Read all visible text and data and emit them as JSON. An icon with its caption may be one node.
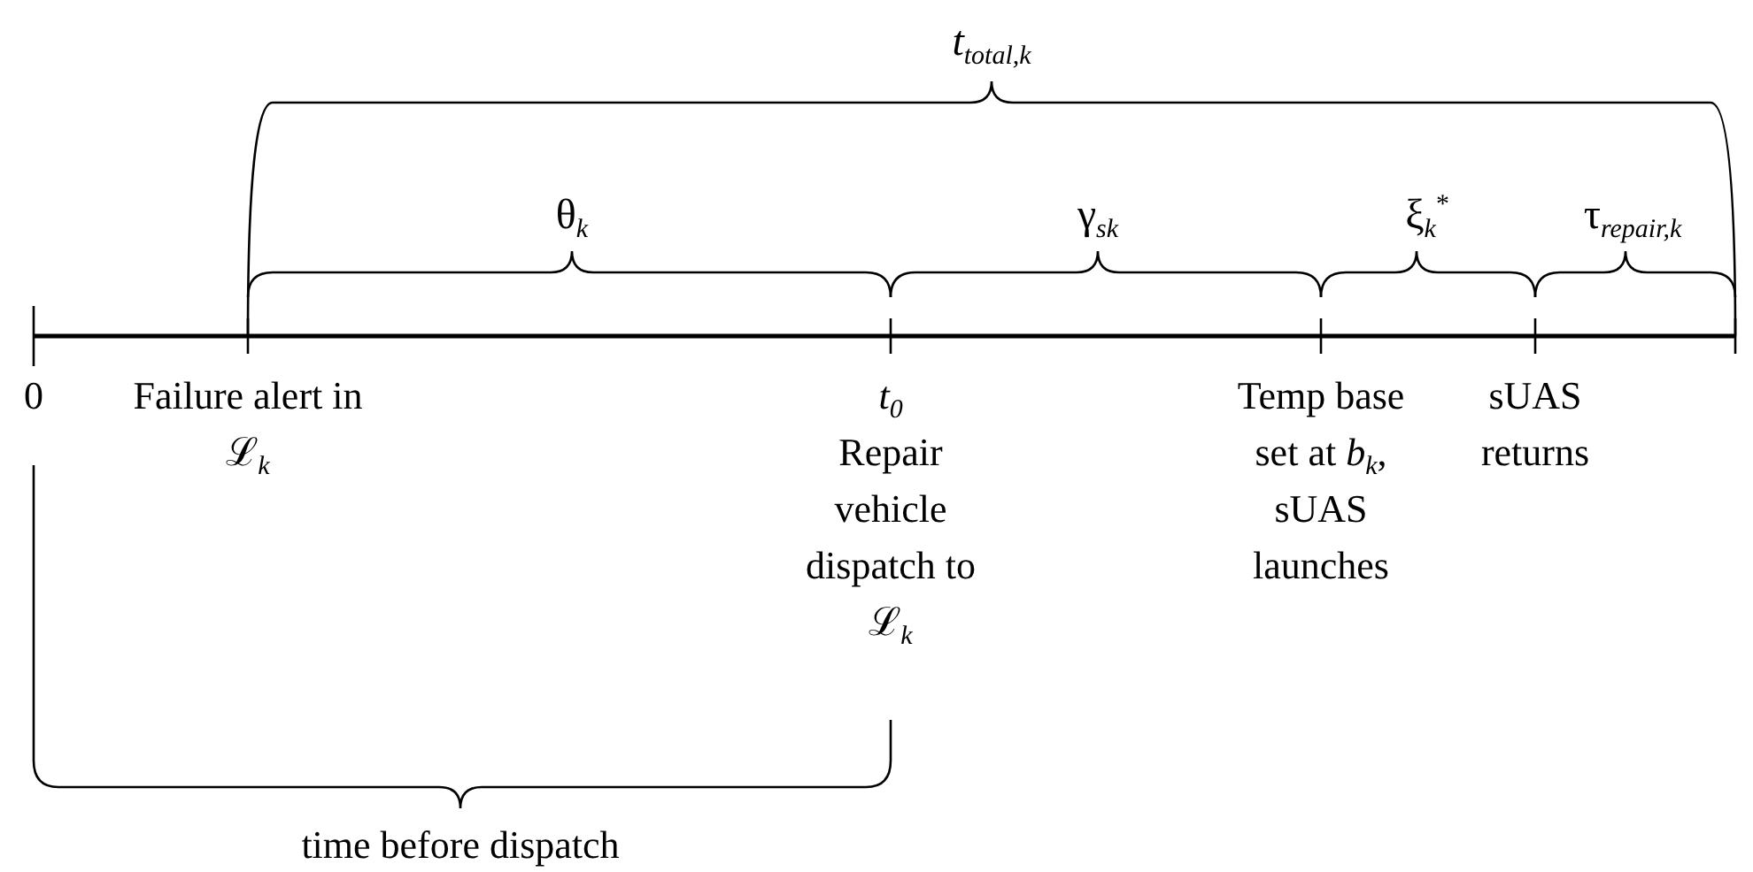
{
  "diagram": {
    "labels": [
      "*t*$_{total,k}$",
      "θ$_{k}$",
      "γ$_{sk}$",
      "ξ$_{k}$$^{*}$",
      "τ$_{repair,k}$",
      "0",
      "Failure alert in ℒ$_{k}$",
      "*t*$_{0}$",
      "Repair vehicle dispatch to ℒ$_{k}$",
      "Temp base set at *b*$_{k}$, sUAS launches",
      "sUAS returns",
      "time before dispatch"
    ]
  }
}
